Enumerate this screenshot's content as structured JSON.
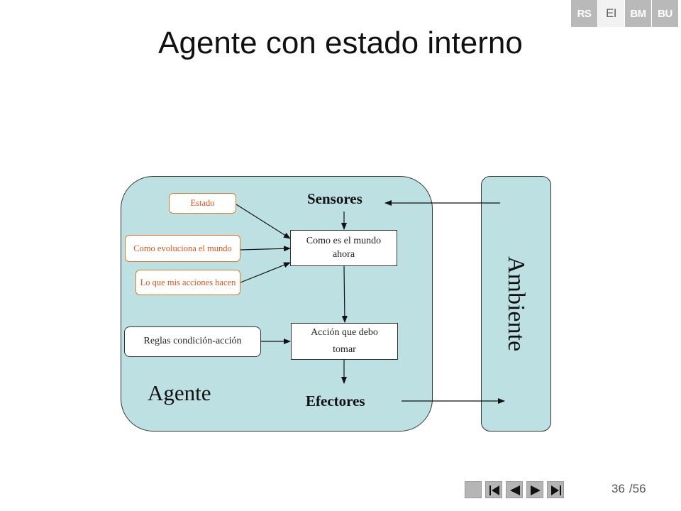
{
  "tabs": [
    {
      "label": "RS",
      "active": false
    },
    {
      "label": "EI",
      "active": true
    },
    {
      "label": "BM",
      "active": false
    },
    {
      "label": "BU",
      "active": false
    }
  ],
  "title": "Agente con estado interno",
  "diagram": {
    "sensores": "Sensores",
    "estado": "Estado",
    "como_evoluciona": "Como evoluciona el mundo",
    "lo_que_mis_acciones": "Lo que mis acciones hacen",
    "como_es_el_mundo": "Como es el mundo ahora",
    "reglas": "Reglas condición-acción",
    "accion": "Acción que debo tomar",
    "efectores": "Efectores",
    "agente": "Agente",
    "ambiente": "Ambiente"
  },
  "colors": {
    "panel_fill": "#bde0e3",
    "orange_text": "#e0541c",
    "orange_border": "#e07b2e"
  },
  "nav": {
    "buttons": [
      "square-icon",
      "first-page-icon",
      "prev-page-icon",
      "next-page-icon",
      "last-page-icon"
    ]
  },
  "page": {
    "current": "36",
    "total": "/56"
  }
}
